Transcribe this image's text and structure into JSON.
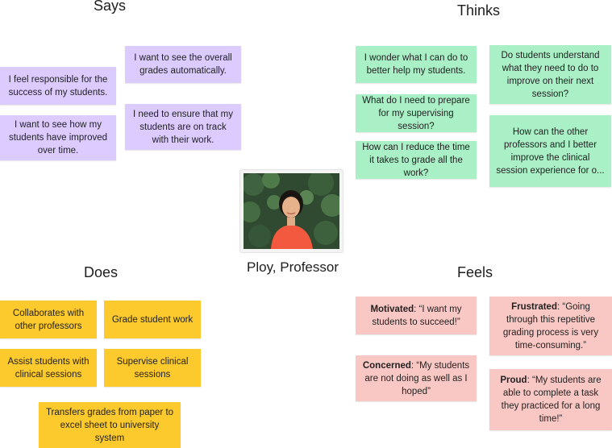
{
  "headings": {
    "says": "Says",
    "thinks": "Thinks",
    "does": "Does",
    "feels": "Feels"
  },
  "persona": {
    "caption": "Ploy, Professor",
    "icon": "portrait-photo"
  },
  "colors": {
    "says": "#dccbff",
    "thinks": "#a9f0c6",
    "does": "#fdca2d",
    "feels": "#fac8c4"
  },
  "says": [
    "I feel responsible for the success of my students.",
    "I want to see how my students have improved over time.",
    "I want to see the overall grades automatically.",
    "I need to ensure that my students are on track with their work."
  ],
  "thinks": [
    "I wonder what I can do to better help my students.",
    "What do I need to prepare for my supervising session?",
    "How can I reduce the time it takes to grade all the work?",
    "Do students understand what they need to do to improve on their next session?",
    "How can the other professors and I better improve the clinical session experience for o..."
  ],
  "does": [
    "Collaborates with other professors",
    "Grade student work",
    "Assist students with clinical sessions",
    "Supervise clinical sessions",
    "Transfers grades from paper to excel sheet to university system"
  ],
  "feels": [
    {
      "label": "Motivated",
      "text": ": “I want my students to succeed!”"
    },
    {
      "label": "Concerned",
      "text": ": “My students are not doing as well as I hoped”"
    },
    {
      "label": "Frustrated",
      "text": ": “Going through this repetitive grading process is very time-consuming.”"
    },
    {
      "label": "Proud",
      "text": ": “My students are able to complete a task they practiced for a long time!”"
    }
  ]
}
